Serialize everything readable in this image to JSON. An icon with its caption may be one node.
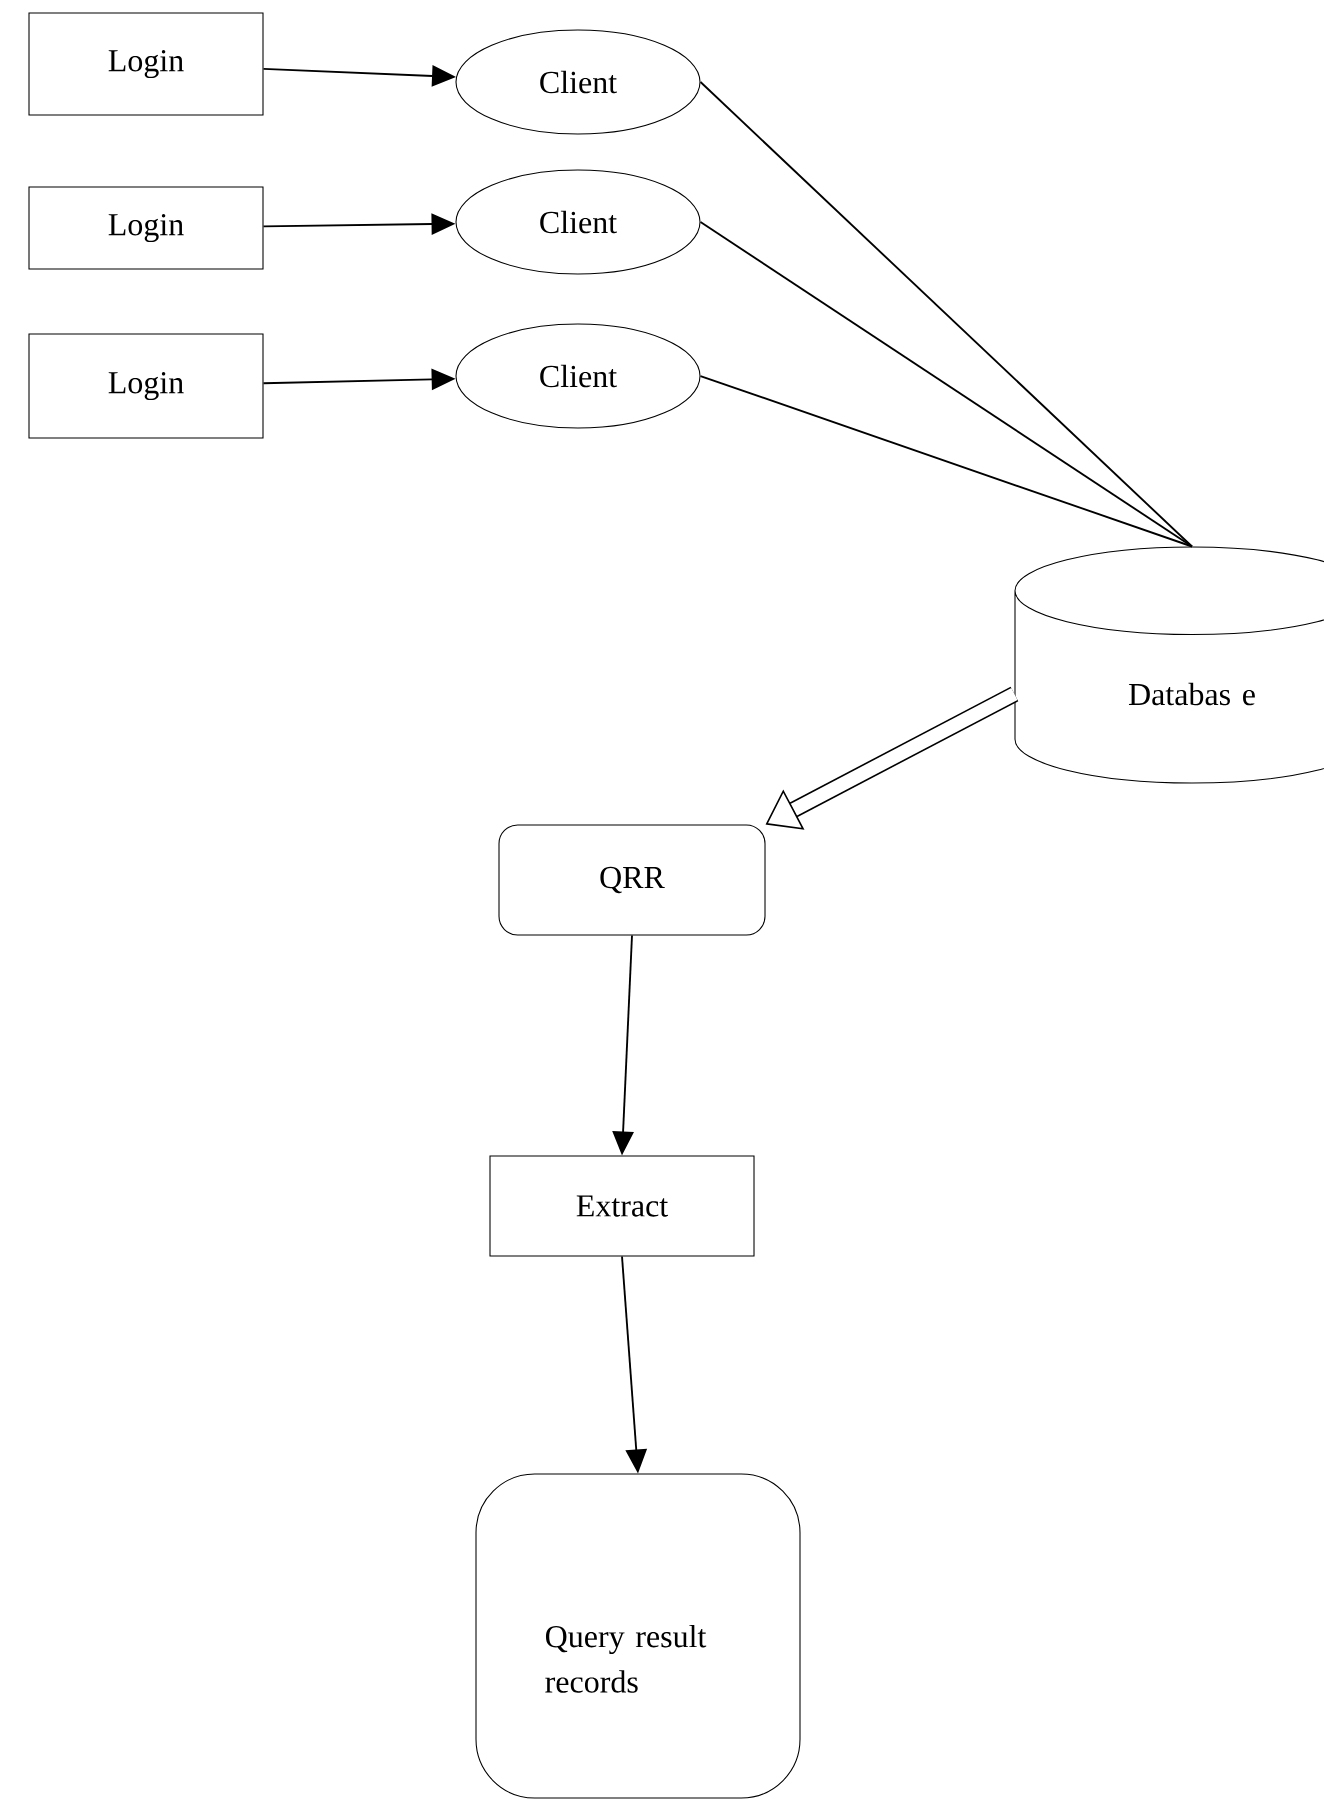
{
  "diagram": {
    "nodes": [
      {
        "text": [
          "Login"
        ]
      },
      {
        "text": [
          "Client"
        ]
      },
      {
        "text": [
          "Login"
        ]
      },
      {
        "text": [
          "Client"
        ]
      },
      {
        "text": [
          "Login"
        ]
      },
      {
        "text": [
          "Client"
        ]
      },
      {
        "text": [
          "Databas e"
        ]
      },
      {
        "text": [
          "QRR"
        ]
      },
      {
        "text": [
          "Extract"
        ]
      },
      {
        "text": [
          "Query result records"
        ]
      }
    ],
    "edges": [
      {
        "from": 0,
        "to": 1,
        "arrow": "to"
      },
      {
        "from": 2,
        "to": 3,
        "arrow": "to"
      },
      {
        "from": 4,
        "to": 5,
        "arrow": "to"
      },
      {
        "from": 1,
        "to": 6,
        "arrow": "none"
      },
      {
        "from": 3,
        "to": 6,
        "arrow": "none"
      },
      {
        "from": 5,
        "to": 6,
        "arrow": "none"
      },
      {
        "from": 6,
        "to": 7,
        "arrow": "to",
        "style": "thick"
      },
      {
        "from": 7,
        "to": 8,
        "arrow": "to"
      },
      {
        "from": 8,
        "to": 9,
        "arrow": "to"
      }
    ]
  }
}
